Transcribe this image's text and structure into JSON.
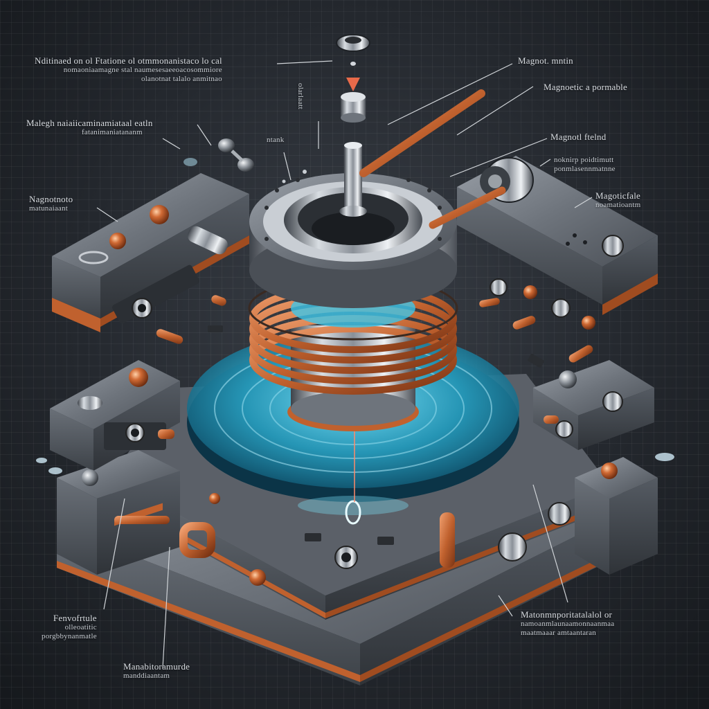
{
  "diagram": {
    "labels": [
      {
        "id": "top-left",
        "lines": [
          "Nditinaed on ol Ftatione ol otmmonanistaco lo cal",
          "nomaoniaamagne stal naumesesaeeoacosommiore",
          "olanotnat talalo anmitnao"
        ]
      },
      {
        "id": "magnet-top",
        "lines": [
          "Magnot. mntin"
        ]
      },
      {
        "id": "magnetic-permeable",
        "lines": [
          "Magnoetic a pormable"
        ]
      },
      {
        "id": "left-upper",
        "lines": [
          "Malegh naiaiicaminamiataal eatln",
          "fatanimaniatananm"
        ]
      },
      {
        "id": "vertical",
        "lines": [
          "olarlaatt"
        ]
      },
      {
        "id": "center-small",
        "lines": [
          "ntank"
        ]
      },
      {
        "id": "magnetic-field",
        "lines": [
          "Magnotl ftelnd"
        ]
      },
      {
        "id": "right-mid",
        "lines": [
          "noknirp poidtimutt",
          "ponmlasennmatnne"
        ]
      },
      {
        "id": "left-mid",
        "lines": [
          "Nagnotnoto",
          "matunaiaant"
        ]
      },
      {
        "id": "magnetic-fale",
        "lines": [
          "Magoticfale",
          "noamatioantm"
        ]
      },
      {
        "id": "bottom-left",
        "lines": [
          "Fenvofrtule",
          "olleoatitic",
          "porgbbynanmatle"
        ]
      },
      {
        "id": "bottom-center",
        "lines": [
          "Manabitoramurde",
          "manddiaantam"
        ]
      },
      {
        "id": "bottom-right",
        "lines": [
          "Matonmnporitatalalol or",
          "namoanmlaunaamonnaanmaa",
          "maatmaaar amtaantaran"
        ]
      }
    ]
  }
}
